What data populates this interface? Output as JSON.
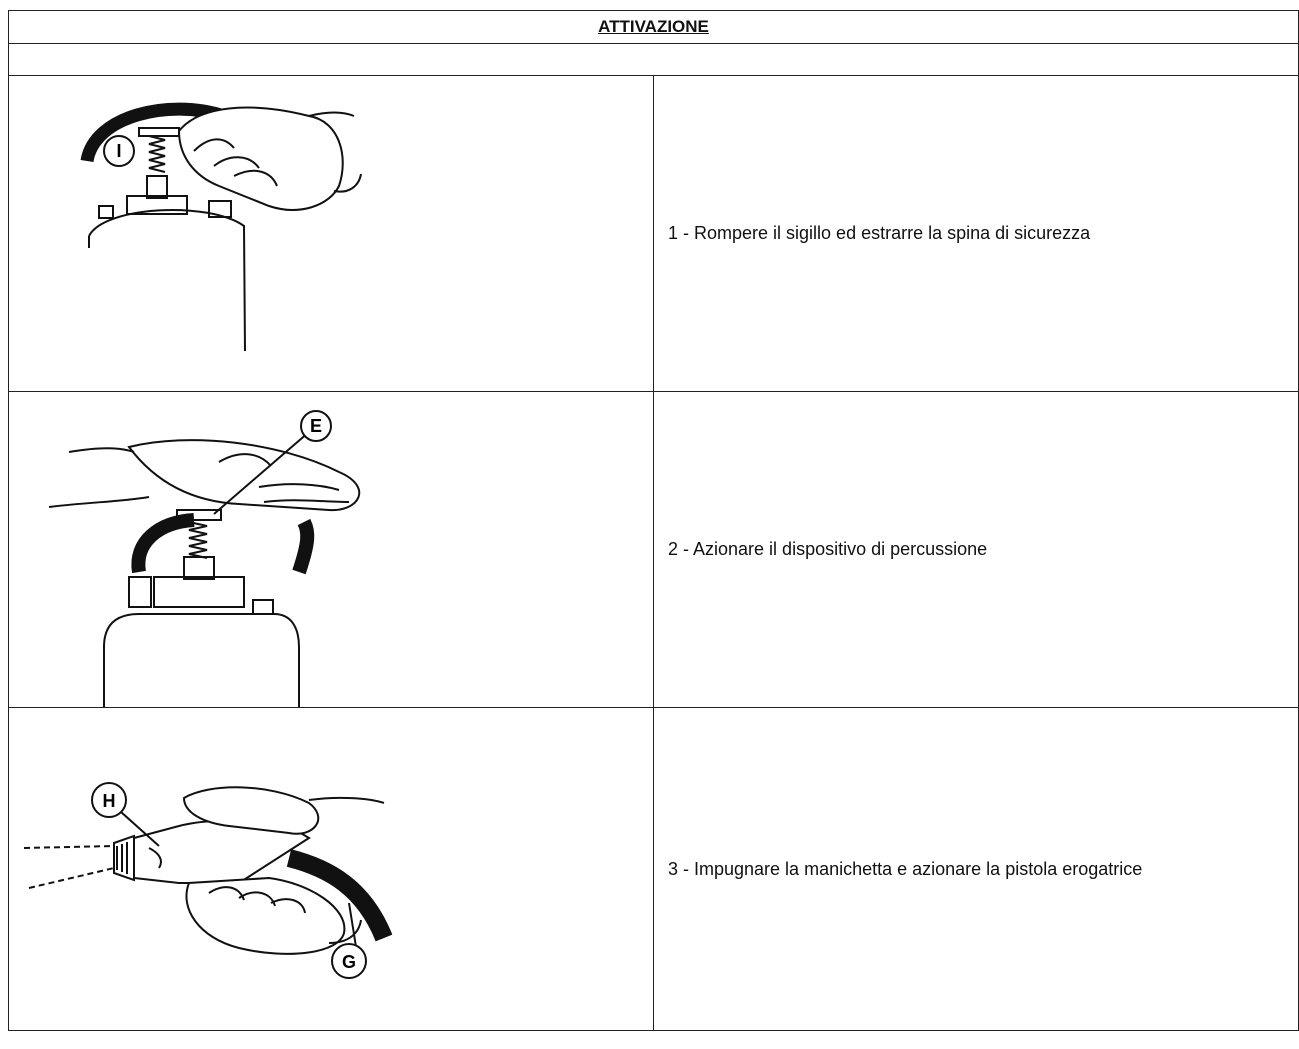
{
  "table": {
    "title": "ATTIVAZIONE",
    "steps": [
      {
        "text": "1 - Rompere il sigillo ed estrarre la spina di sicurezza",
        "callouts": [
          "I"
        ]
      },
      {
        "text": "2 - Azionare il dispositivo di percussione",
        "callouts": [
          "E"
        ]
      },
      {
        "text": "3 - Impugnare la manichetta e azionare la pistola erogatrice",
        "callouts": [
          "H",
          "G"
        ]
      }
    ]
  }
}
